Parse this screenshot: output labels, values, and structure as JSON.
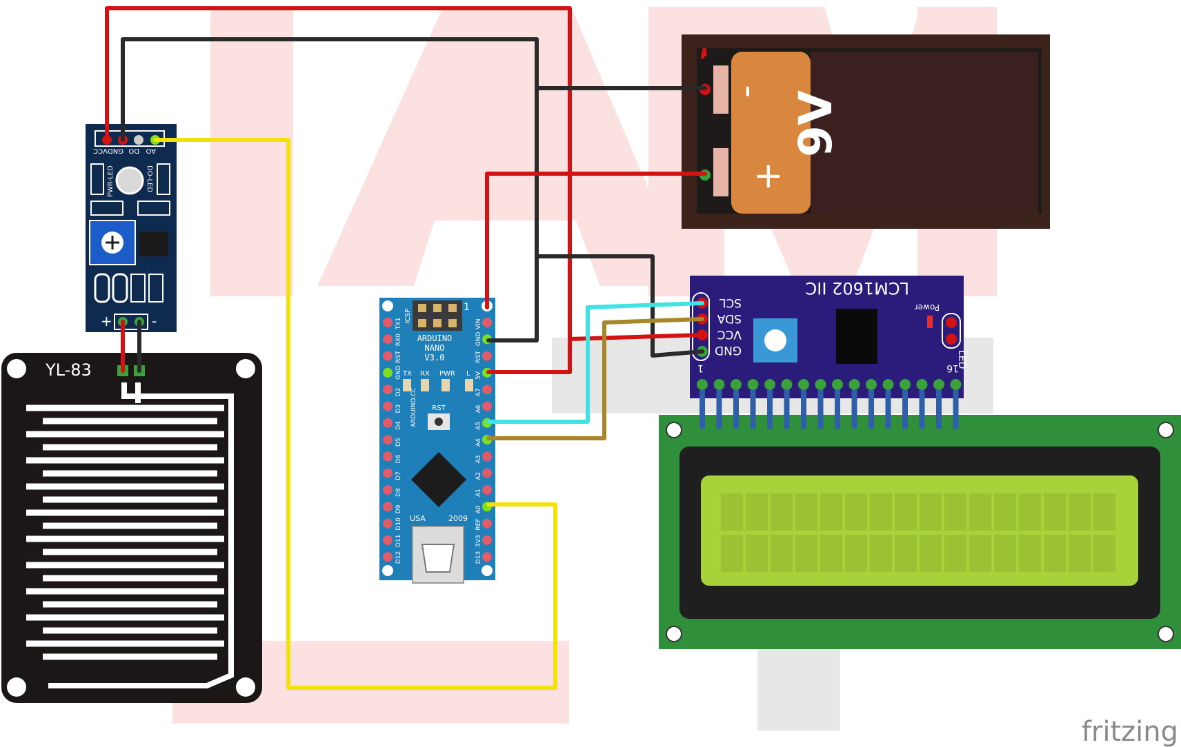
{
  "sensor_module": {
    "pin_labels": [
      "AO",
      "DO",
      "GND",
      "VCC"
    ],
    "led_labels": [
      "PWR-LED",
      "DO-LED"
    ],
    "plus": "+",
    "minus": "-"
  },
  "rain_plate": {
    "label": "YL-83"
  },
  "arduino": {
    "line1": "ARDUINO",
    "line2": "NANO",
    "line3": "V3.0",
    "icsp": "ICSP",
    "one": "1",
    "leds": [
      "TX",
      "RX",
      "PWR",
      "L"
    ],
    "rst": "RST",
    "usa": "USA",
    "year": "2009",
    "vertical": "ARDUINO.CC",
    "left_pins": [
      "TX1",
      "RX0",
      "RST",
      "GND",
      "D2",
      "D3",
      "D4",
      "D5",
      "D6",
      "D7",
      "D8",
      "D9",
      "D10",
      "D11",
      "D12"
    ],
    "right_pins": [
      "VIN",
      "GND",
      "RST",
      "5V",
      "A7",
      "A6",
      "A5",
      "A4",
      "A3",
      "A2",
      "A1",
      "A0",
      "REF",
      "3V3",
      "D13"
    ]
  },
  "battery": {
    "voltage": "9V",
    "minus": "-",
    "plus": "+"
  },
  "i2c": {
    "title": "LCM1602 IIC",
    "pins": [
      "SCL",
      "SDA",
      "VCC",
      "GND"
    ],
    "power": "Power",
    "led": "LED",
    "one": "1",
    "sixteen": "16"
  },
  "brand": "fritzing",
  "colors": {
    "wire_red": "#d11313",
    "wire_black": "#2a2a2a",
    "wire_yellow": "#f2e20a",
    "wire_cyan": "#3fe3e3",
    "wire_olive": "#a8862a",
    "module_blue": "#0e2a4e",
    "nano_blue": "#1f7fb8",
    "i2c_purple": "#2b1b7a",
    "lcd_green": "#2f8f3a",
    "lcd_screen": "#a9d13a"
  }
}
